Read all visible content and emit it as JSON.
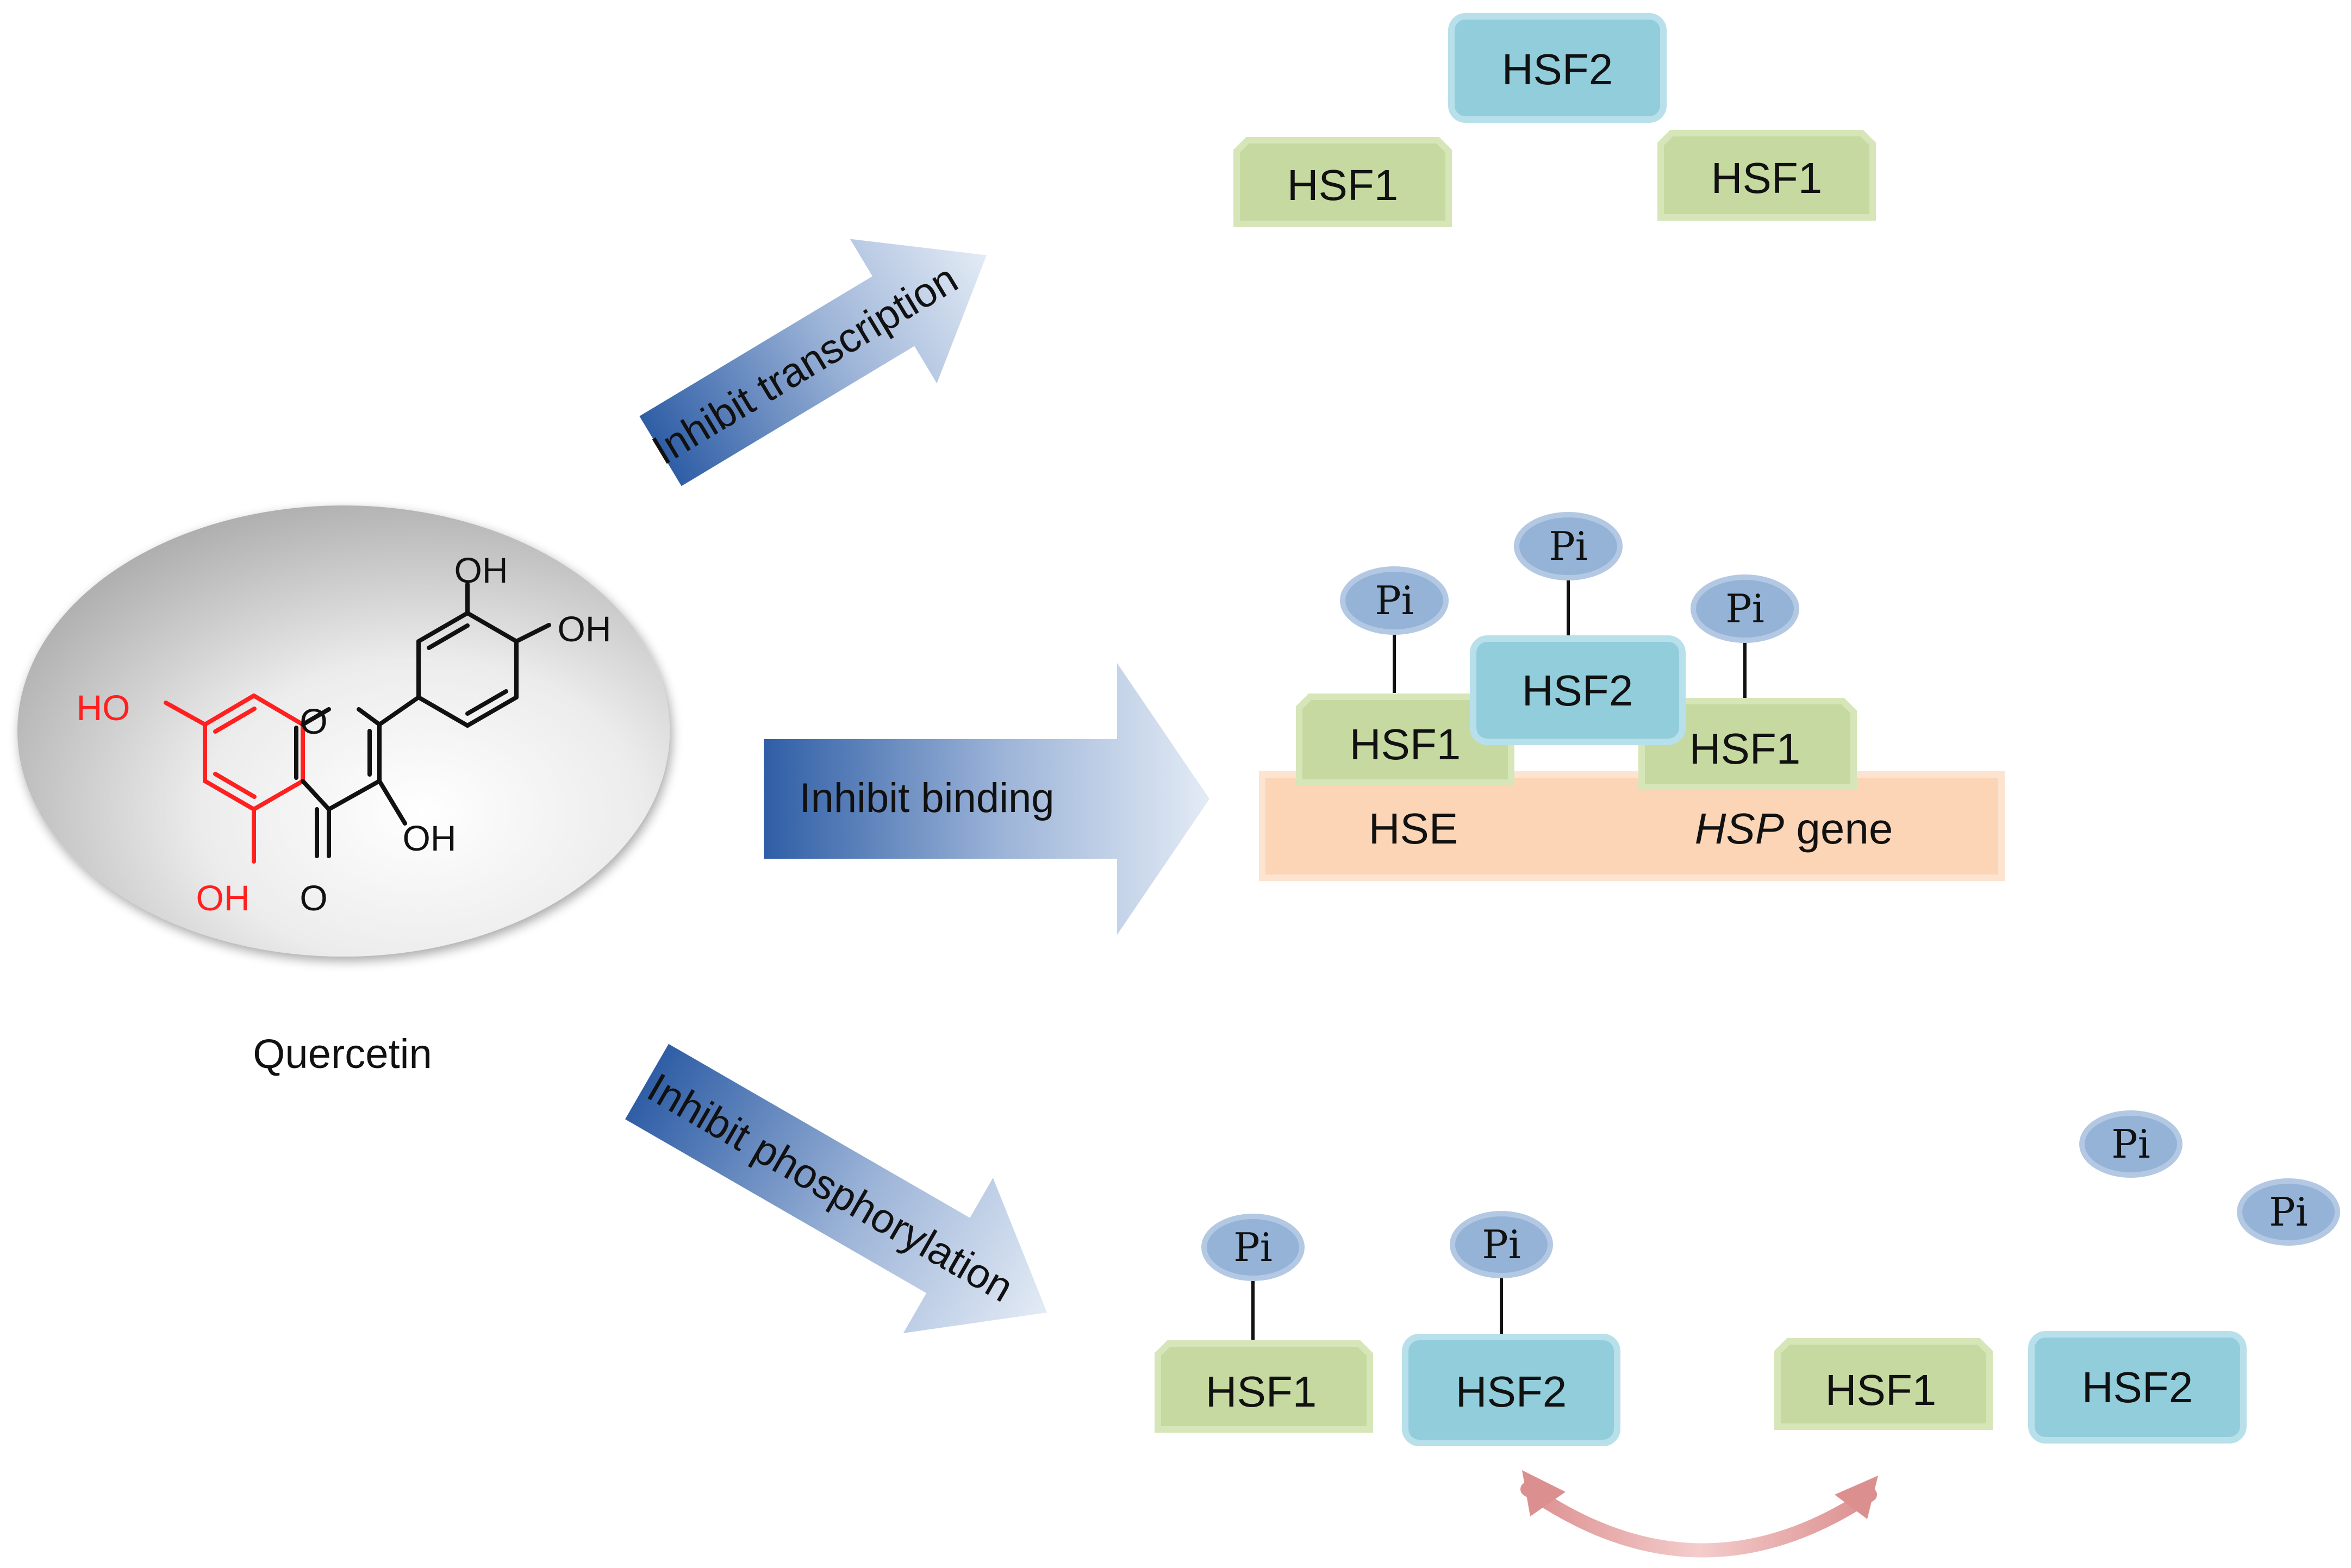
{
  "compound": {
    "label": "Quercetin",
    "atoms": {
      "oh_3p": "OH",
      "oh_4p": "OH",
      "oh_7": "HO",
      "ring_o": "O",
      "oh_3": "OH",
      "oh_5": "OH",
      "carbonyl_o": "O"
    }
  },
  "arrows": {
    "transcription": "Inhibit transcription",
    "binding": "Inhibit binding",
    "phosphorylation": "Inhibit phosphorylation"
  },
  "panel_transcription": {
    "hsf2": "HSF2",
    "hsf1_left": "HSF1",
    "hsf1_right": "HSF1"
  },
  "panel_binding": {
    "hsf1_left": "HSF1",
    "hsf2": "HSF2",
    "hsf1_right": "HSF1",
    "pi_left": "Pi",
    "pi_middle": "Pi",
    "pi_right": "Pi",
    "dna_hse": "HSE",
    "dna_gene_italic": "HSP",
    "dna_gene_rest": " gene"
  },
  "panel_phosphorylation": {
    "hsf1_phos": "HSF1",
    "hsf2_phos": "HSF2",
    "pi_hsf1": "Pi",
    "pi_hsf2": "Pi",
    "hsf1_free": "HSF1",
    "hsf2_free": "HSF2",
    "pi_free_1": "Pi",
    "pi_free_2": "Pi"
  },
  "colors": {
    "hsf1_fill": "#c6d9a0",
    "hsf1_stroke": "#d6e6b8",
    "hsf2_fill": "#92cddc",
    "hsf2_stroke": "#b8e0ea",
    "pi_fill": "#95b3d7",
    "dna_fill": "#fbd5b5",
    "dna_stroke": "#fce4d0",
    "arrow_dark": "#2f5ea6",
    "arrow_light": "#dbe5f1",
    "highlight_red": "#ff2020",
    "cycle_arrow": "#e6b0b0"
  }
}
